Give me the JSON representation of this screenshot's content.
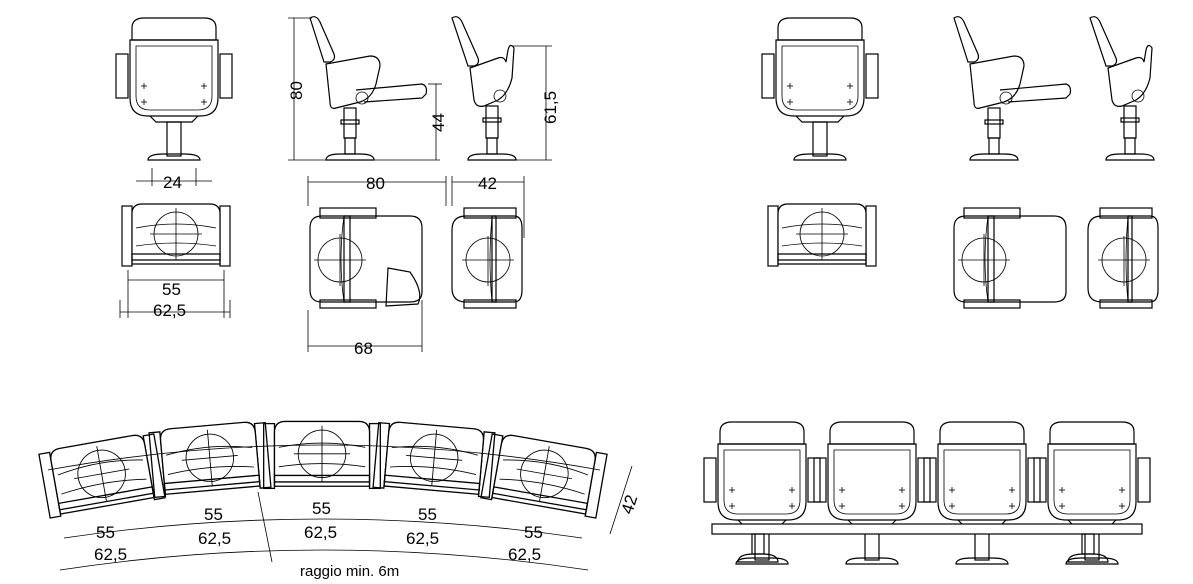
{
  "dimensions": {
    "front_base_width": "24",
    "side_height": "80",
    "side_seat_height": "44",
    "folded_height": "61,5",
    "plan_depth_open": "80",
    "plan_depth_folded": "42",
    "plan_seat_width": "55",
    "plan_overall_width": "62,5",
    "plan_depth_seat": "68"
  },
  "curved_row": {
    "seat_widths": [
      "55",
      "55",
      "55",
      "55",
      "55"
    ],
    "overall_widths": [
      "62,5",
      "62,5",
      "62,5",
      "62,5",
      "62,5"
    ],
    "row_depth": "42",
    "radius_note": "raggio min. 6m"
  }
}
